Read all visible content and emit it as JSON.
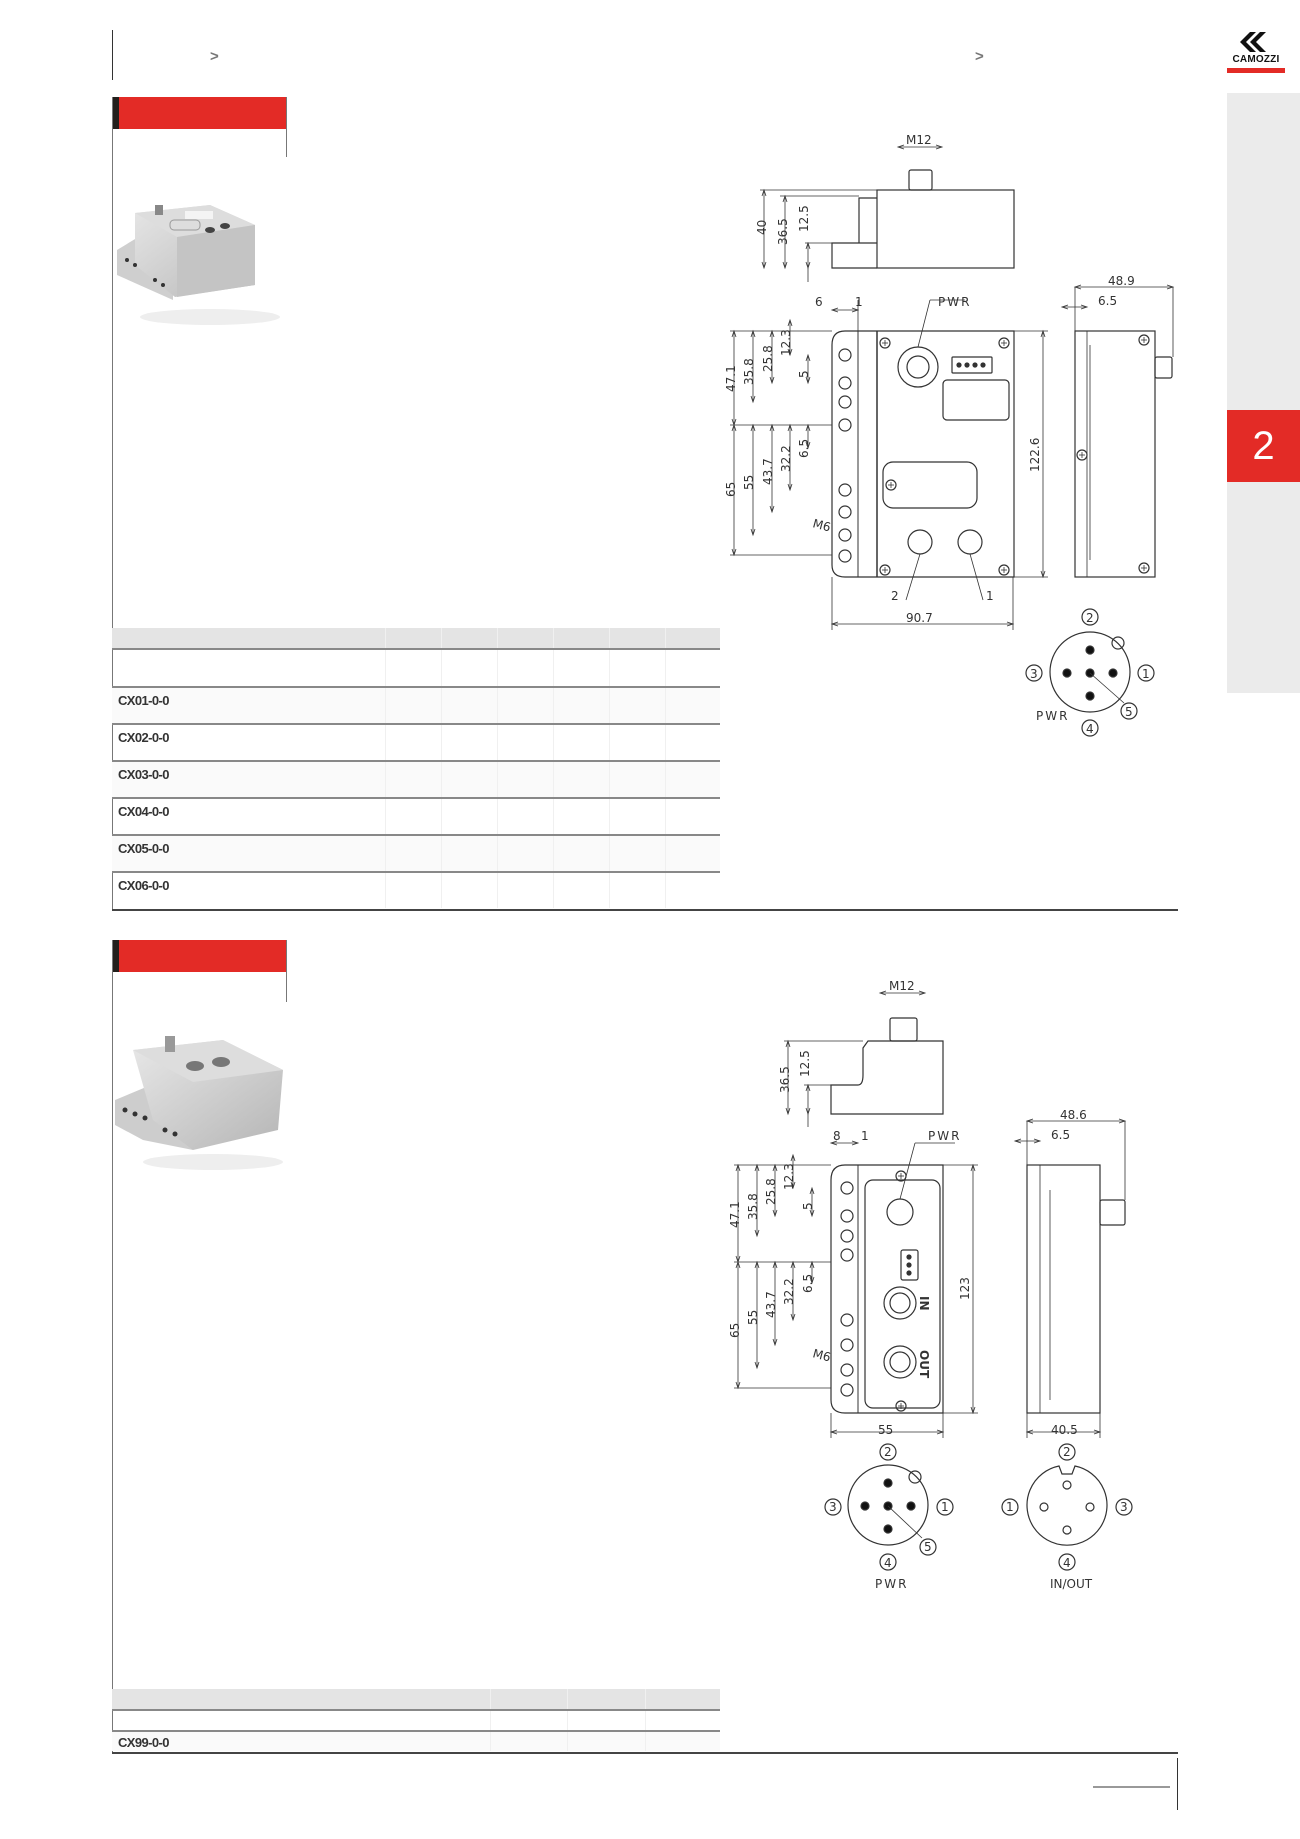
{
  "header": {
    "breadcrumb_separators": [
      ">",
      ">"
    ],
    "brand": "CAMOZZI",
    "brand_color": "#e32b26"
  },
  "side_tabs": {
    "active_chapter": "2"
  },
  "section1": {
    "table": {
      "rows": [
        "CX01-0-0",
        "CX02-0-0",
        "CX03-0-0",
        "CX04-0-0",
        "CX05-0-0",
        "CX06-0-0"
      ]
    },
    "drawing": {
      "m12": "M12",
      "d40": "40",
      "d36_5": "36.5",
      "d12_5": "12.5",
      "d6": "6",
      "d1": "1",
      "pwr": "PWR",
      "d48_9": "48.9",
      "d6_5": "6.5",
      "d47_1": "47.1",
      "d35_8": "35.8",
      "d25_8": "25.8",
      "d12_3": "12.3",
      "d5": "5",
      "d65": "65",
      "d55": "55",
      "d43_7": "43.7",
      "d32_2": "32.2",
      "m6": "M6",
      "d122_6": "122.6",
      "d90_7": "90.7",
      "port2": "2",
      "port1": "1"
    },
    "pinout": {
      "pins": [
        "1",
        "2",
        "3",
        "4",
        "5"
      ],
      "label": "PWR"
    }
  },
  "section2": {
    "table": {
      "rows": [
        "CX99-0-0"
      ]
    },
    "drawing": {
      "m12": "M12",
      "d36_5": "36.5",
      "d12_5": "12.5",
      "d8": "8",
      "d1": "1",
      "pwr": "PWR",
      "d48_6": "48.6",
      "d6_5": "6.5",
      "d47_1": "47.1",
      "d35_8": "35.8",
      "d25_8": "25.8",
      "d12_3": "12.3",
      "d5": "5",
      "d65": "65",
      "d55": "55",
      "d43_7": "43.7",
      "d32_2": "32.2",
      "m6": "M6",
      "d123": "123",
      "d55w": "55",
      "d40_5": "40.5",
      "in": "IN",
      "out": "OUT"
    },
    "pinout_pwr": {
      "pins": [
        "1",
        "2",
        "3",
        "4",
        "5"
      ],
      "label": "PWR"
    },
    "pinout_io": {
      "pins": [
        "1",
        "2",
        "3",
        "4"
      ],
      "label": "IN/OUT"
    }
  }
}
